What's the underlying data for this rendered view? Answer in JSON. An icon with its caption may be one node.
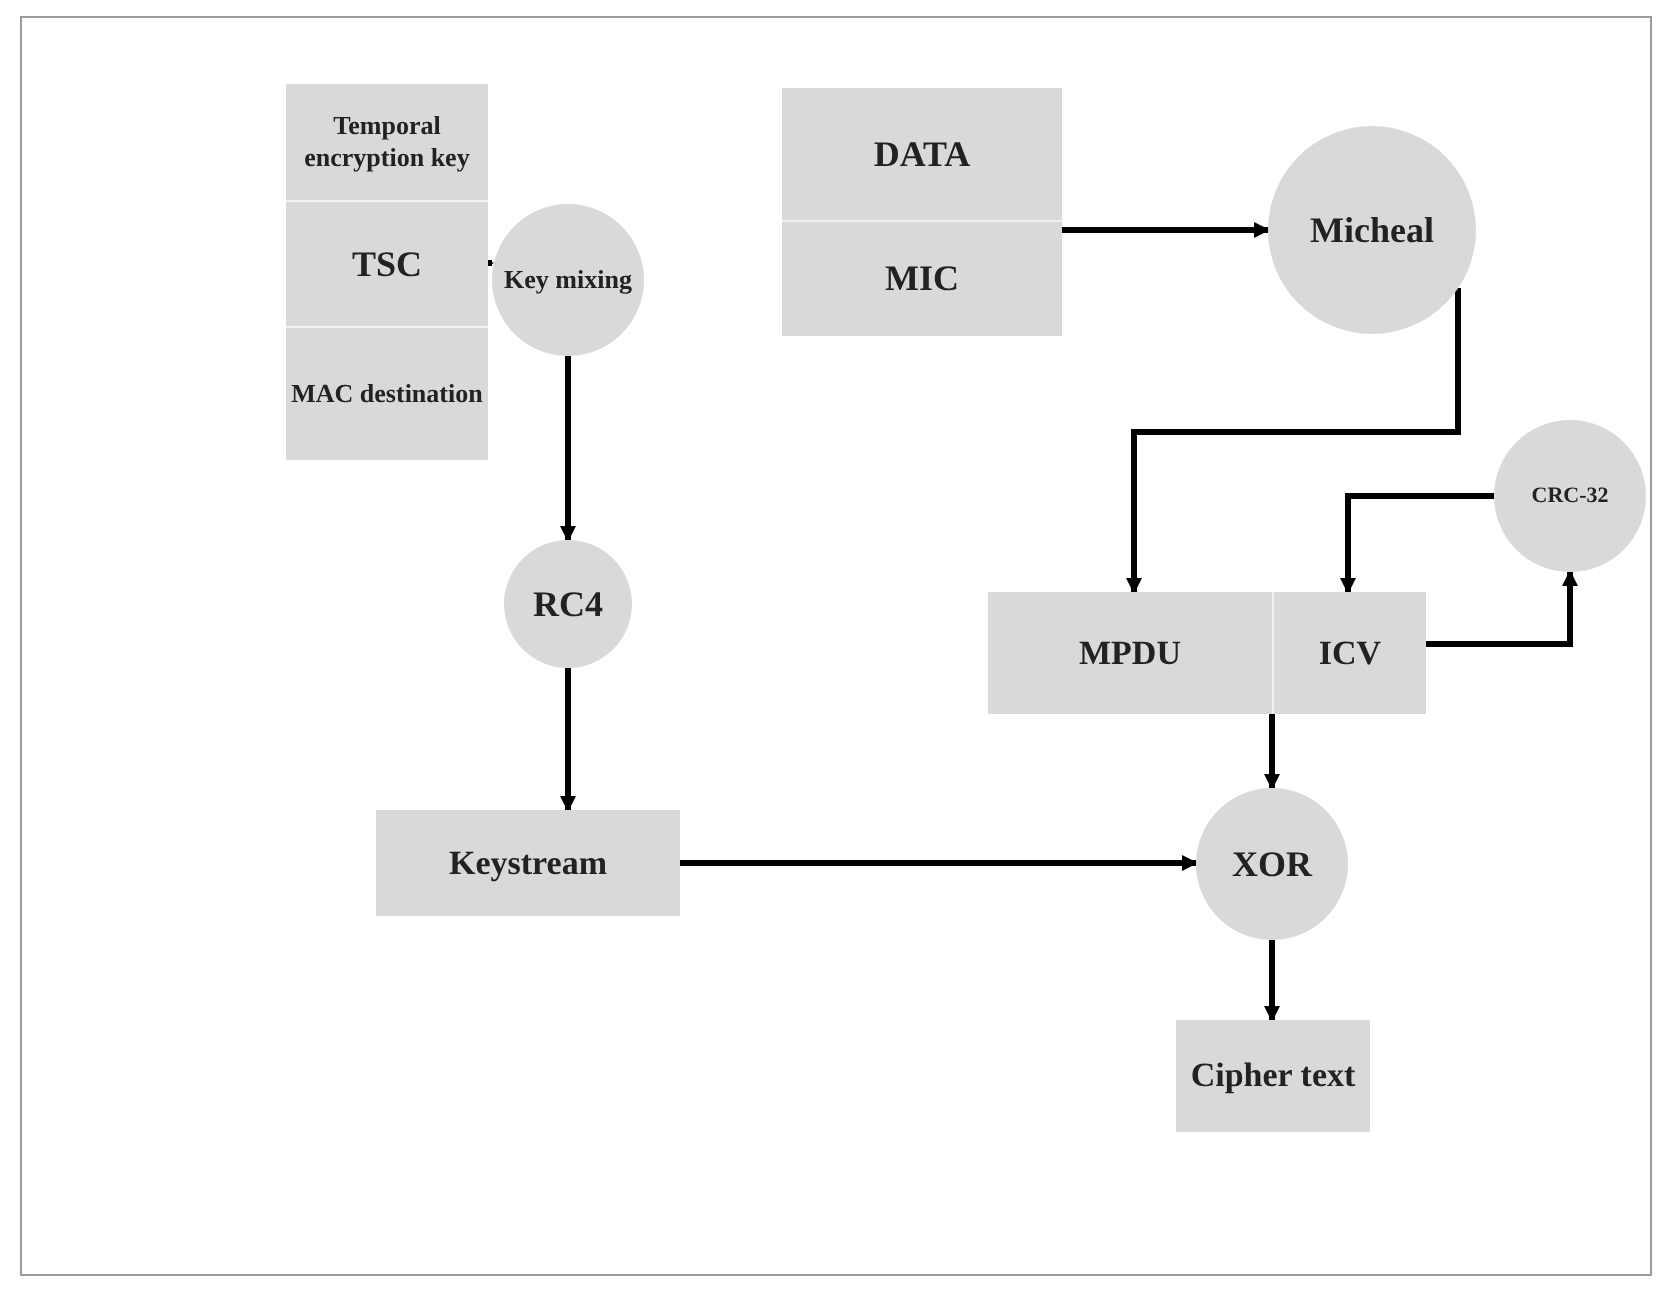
{
  "diagram": {
    "nodes": [
      {
        "text": [
          "Temporal encryption key"
        ]
      },
      {
        "text": [
          "TSC"
        ]
      },
      {
        "text": [
          "MAC destination"
        ]
      },
      {
        "text": [
          "Key mixing"
        ]
      },
      {
        "text": [
          "RC4"
        ]
      },
      {
        "text": [
          "Keystream"
        ]
      },
      {
        "text": [
          "DATA"
        ]
      },
      {
        "text": [
          "MIC"
        ]
      },
      {
        "text": [
          "Micheal"
        ]
      },
      {
        "text": [
          "MPDU"
        ]
      },
      {
        "text": [
          "ICV"
        ]
      },
      {
        "text": [
          "CRC-32"
        ]
      },
      {
        "text": [
          "XOR"
        ]
      },
      {
        "text": [
          "Cipher text"
        ]
      }
    ],
    "edges": [
      {
        "from": 1,
        "to": 3,
        "arrow": "to"
      },
      {
        "from": 3,
        "to": 4,
        "arrow": "to"
      },
      {
        "from": 4,
        "to": 5,
        "arrow": "to"
      },
      {
        "from": 5,
        "to": 12,
        "arrow": "to"
      },
      {
        "from": 7,
        "to": 8,
        "arrow": "to"
      },
      {
        "from": 8,
        "to": 9,
        "arrow": "to"
      },
      {
        "from": 11,
        "to": 10,
        "arrow": "to"
      },
      {
        "from": 10,
        "to": 11,
        "arrow": "to"
      },
      {
        "from": 10,
        "to": 12,
        "arrow": "to"
      },
      {
        "from": 12,
        "to": 13,
        "arrow": "to"
      }
    ]
  }
}
